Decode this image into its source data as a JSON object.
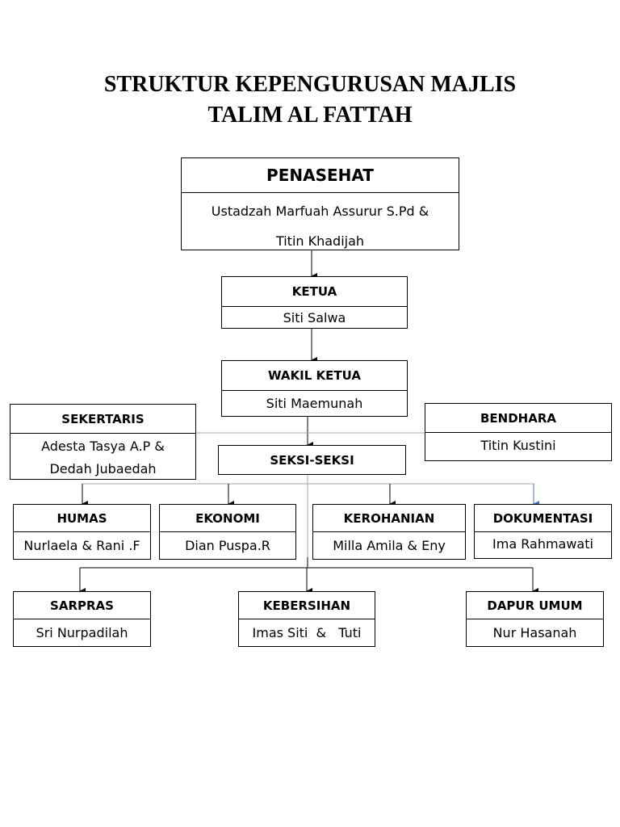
{
  "title": {
    "line1": "STRUKTUR KEPENGURUSAN MAJLIS",
    "line2": "TALIM AL FATTAH"
  },
  "penasehat": {
    "role": "PENASEHAT",
    "line1": "Ustadzah Marfuah Assurur S.Pd  &",
    "line2": "Titin Khadijah"
  },
  "ketua": {
    "role": "KETUA",
    "name": "Siti Salwa"
  },
  "wakil_ketua": {
    "role": "WAKIL KETUA",
    "name": "Siti Maemunah"
  },
  "sekertaris": {
    "role": "SEKERTARIS",
    "line1": "Adesta Tasya A.P &",
    "line2": "Dedah  Jubaedah"
  },
  "bendhara": {
    "role": "BENDHARA",
    "name": "Titin Kustini"
  },
  "seksi": {
    "role": "SEKSI-SEKSI"
  },
  "humas": {
    "role": "HUMAS",
    "name": "Nurlaela & Rani .F"
  },
  "ekonomi": {
    "role": "EKONOMI",
    "name": "Dian Puspa.R"
  },
  "kerohanian": {
    "role": "KEROHANIAN",
    "name": "Milla Amila & Eny"
  },
  "dokumentasi": {
    "role": "DOKUMENTASI",
    "name": "Ima Rahmawati"
  },
  "sarpras": {
    "role": "SARPRAS",
    "name": "Sri Nurpadilah"
  },
  "kebersihan": {
    "role": "KEBERSIHAN",
    "name": "Imas Siti  &   Tuti"
  },
  "dapur_umum": {
    "role": "DAPUR UMUM",
    "name": "Nur Hasanah"
  },
  "colors": {
    "line": "#000000",
    "accent_arrow": "#4472c4",
    "connector_light": "#a6a6a6"
  }
}
